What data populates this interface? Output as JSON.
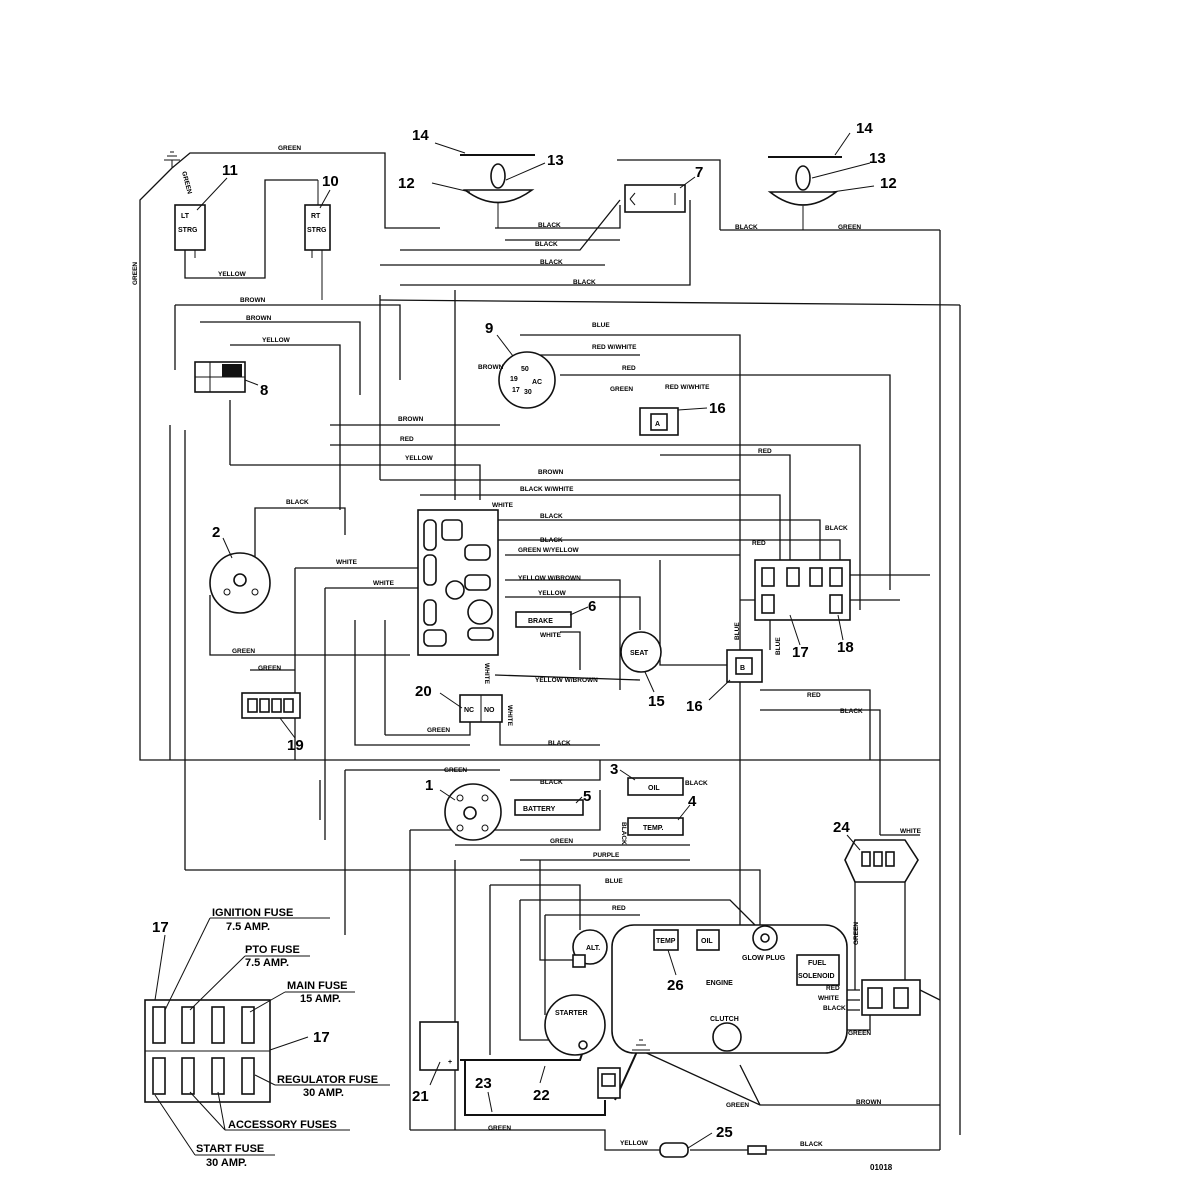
{
  "callouts": {
    "n1": "1",
    "n2": "2",
    "n3": "3",
    "n4": "4",
    "n5": "5",
    "n6": "6",
    "n7": "7",
    "n8": "8",
    "n9": "9",
    "n10": "10",
    "n11": "11",
    "n12a": "12",
    "n12b": "12",
    "n13a": "13",
    "n13b": "13",
    "n14a": "14",
    "n14b": "14",
    "n15": "15",
    "n16a": "16",
    "n16b": "16",
    "n17a": "17",
    "n17b": "17",
    "n17c": "17",
    "n18": "18",
    "n19": "19",
    "n20": "20",
    "n21": "21",
    "n22": "22",
    "n23": "23",
    "n24": "24",
    "n25": "25",
    "n26": "26"
  },
  "wire_labels": {
    "green_top": "GREEN",
    "green_lt": "GREEN",
    "green_left_vert": "GREEN",
    "yellow_strg": "YELLOW",
    "brown1": "BROWN",
    "brown2": "BROWN",
    "yellow1": "YELLOW",
    "black1": "BLACK",
    "black2": "BLACK",
    "black3": "BLACK",
    "black4": "BLACK",
    "black_right": "BLACK",
    "green_right": "GREEN",
    "blue1": "BLUE",
    "red_white1": "RED W/WHITE",
    "red1": "RED",
    "brown_9": "BROWN",
    "green_16": "GREEN",
    "red_white_16": "RED W/WHITE",
    "brown3": "BROWN",
    "red2": "RED",
    "yellow2": "YELLOW",
    "red_16": "RED",
    "brown4": "BROWN",
    "black_white": "BLACK W/WHITE",
    "black5": "BLACK",
    "white1": "WHITE",
    "black6": "BLACK",
    "black7": "BLACK",
    "green_yellow": "GREEN W/YELLOW",
    "white2": "WHITE",
    "white3": "WHITE",
    "yellow_brown1": "YELLOW W/BROWN",
    "yellow3": "YELLOW",
    "white_brake": "WHITE",
    "green3": "GREEN",
    "green4": "GREEN",
    "yellow_brown2": "YELLOW W/BROWN",
    "red_17": "RED",
    "black_17": "BLACK",
    "blue_16a": "BLUE",
    "blue_16b": "BLUE",
    "red3": "RED",
    "black8": "BLACK",
    "white_20": "WHITE",
    "white_20b": "WHITE",
    "green_20": "GREEN",
    "black9": "BLACK",
    "green_ign": "GREEN",
    "black10": "BLACK",
    "black11": "BLACK",
    "black12": "BLACK",
    "green5": "GREEN",
    "purple": "PURPLE",
    "white_24": "WHITE",
    "blue2": "BLUE",
    "red4": "RED",
    "green_24": "GREEN",
    "red5": "RED",
    "white5": "WHITE",
    "black13": "BLACK",
    "green6": "GREEN",
    "green7": "GREEN",
    "brown5": "BROWN",
    "green8": "GREEN",
    "yellow4": "YELLOW",
    "black14": "BLACK"
  },
  "component_labels": {
    "lt_strg_1": "LT",
    "lt_strg_2": "STRG",
    "rt_strg_1": "RT",
    "rt_strg_2": "STRG",
    "sw9_50": "50",
    "sw9_19": "19",
    "sw9_17": "17",
    "sw9_30": "30",
    "sw9_ac": "AC",
    "relay_a": "A",
    "relay_b": "B",
    "seat": "SEAT",
    "brake": "BRAKE",
    "battery_light": "BATTERY",
    "oil_light": "OIL",
    "temp_light": "TEMP.",
    "nc": "NC",
    "no": "NO",
    "alt": "ALT.",
    "temp_sender": "TEMP",
    "oil_sender": "OIL",
    "glow_plug": "GLOW PLUG",
    "engine": "ENGINE",
    "fuel_solenoid_1": "FUEL",
    "fuel_solenoid_2": "SOLENOID",
    "clutch": "CLUTCH",
    "starter": "STARTER",
    "battery_plus": "+"
  },
  "fuse_labels": {
    "ignition": "IGNITION FUSE",
    "ignition_amp": "7.5 AMP.",
    "pto": "PTO FUSE",
    "pto_amp": "7.5 AMP.",
    "main": "MAIN FUSE",
    "main_amp": "15 AMP.",
    "regulator": "REGULATOR FUSE",
    "regulator_amp": "30 AMP.",
    "accessory": "ACCESSORY FUSES",
    "start": "START FUSE",
    "start_amp": "30 AMP."
  },
  "drawing_number": "01018"
}
